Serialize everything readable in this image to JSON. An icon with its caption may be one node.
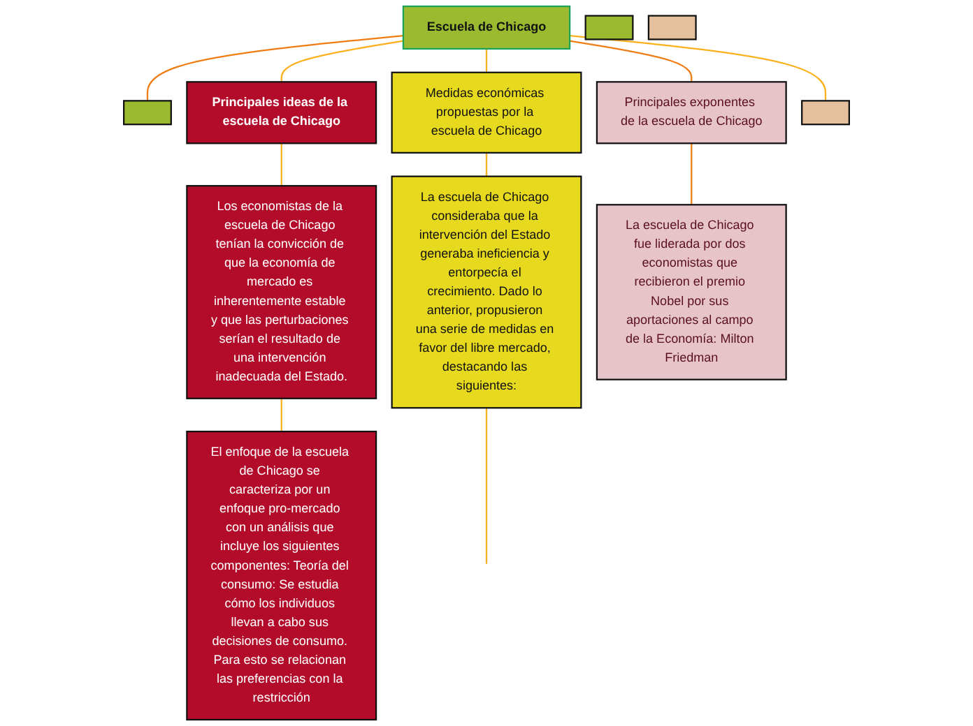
{
  "diagram": {
    "nodes": [
      {
        "text": [
          "Escuela de Chicago"
        ]
      },
      {
        "text": [],
        "shape": "box"
      },
      {
        "text": [],
        "shape": "box"
      },
      {
        "text": [
          "Principales ideas de la escuela de Chicago"
        ]
      },
      {
        "text": [
          "Los economistas de la escuela de Chicago tenían la convicción de que la economía de mercado es inherentemente estable y que las perturbaciones serían el resultado de una intervención inadecuada del Estado."
        ]
      },
      {
        "text": [
          "El enfoque de la escuela de Chicago se caracteriza por un enfoque pro-mercado con un análisis que incluye los siguientes componentes: Teoría del consumo: Se estudia cómo los individuos llevan a cabo sus decisiones de consumo. Para esto se relacionan las preferencias con la restricción"
        ]
      },
      {
        "text": [
          "Medidas económicas propuestas por la escuela de Chicago"
        ]
      },
      {
        "text": [
          "La escuela de Chicago consideraba que la intervención del Estado generaba ineficiencia y entorpecía el crecimiento. Dado lo anterior, propusieron una serie de medidas en favor del libre mercado, destacando las siguientes:"
        ]
      },
      {
        "text": [
          "Principales exponentes de la escuela de Chicago"
        ]
      },
      {
        "text": [
          "La escuela de Chicago fue liderada por dos economistas que recibieron el premio Nobel por sus aportaciones al campo de la Economía: Milton Friedman"
        ]
      },
      {
        "text": [],
        "shape": "box"
      },
      {
        "text": [],
        "shape": "box"
      }
    ],
    "edges": [
      {
        "from": 0,
        "to": 1,
        "arrow": "none",
        "color": "#f07d14"
      },
      {
        "from": 0,
        "to": 3,
        "arrow": "none"
      },
      {
        "from": 3,
        "to": 4,
        "arrow": "none"
      },
      {
        "from": 4,
        "to": 5,
        "arrow": "none"
      },
      {
        "from": 0,
        "to": 6,
        "arrow": "none"
      },
      {
        "from": 6,
        "to": 7,
        "arrow": "none"
      },
      {
        "from": 7,
        "to": null,
        "arrow": "none"
      },
      {
        "from": 0,
        "to": 8,
        "arrow": "none",
        "color": "#f07d14"
      },
      {
        "from": 8,
        "to": 9,
        "arrow": "none",
        "color": "#f07d14"
      },
      {
        "from": 0,
        "to": 10,
        "arrow": "none"
      }
    ]
  }
}
